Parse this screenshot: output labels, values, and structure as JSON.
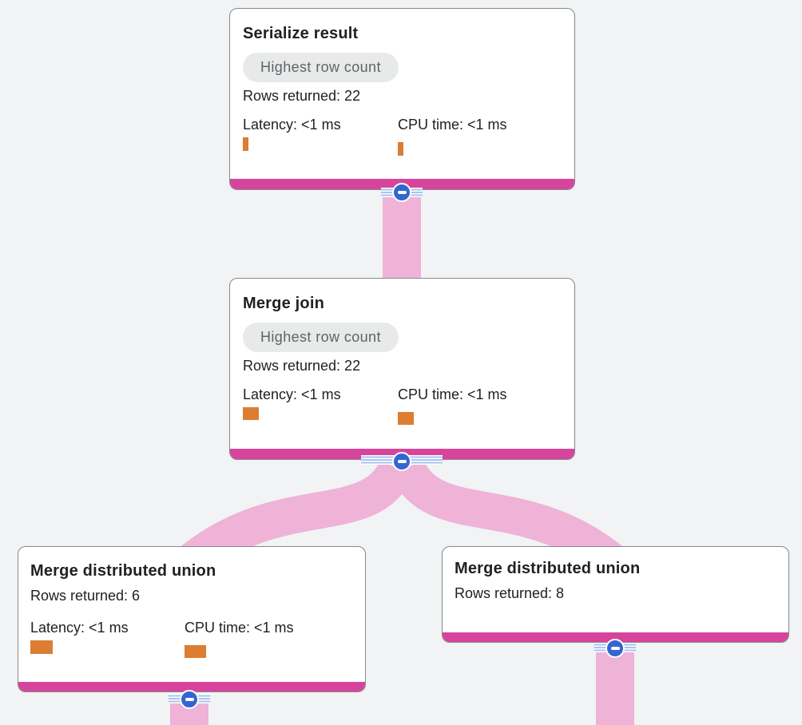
{
  "view": {
    "type": "query-execution-plan-graph",
    "background_color": "#f1f3f4"
  },
  "colors": {
    "node_bottom_bar": "#d6459b",
    "flow_ribbon": "#eeb3d7",
    "metric_bar": "#dd7d31",
    "collapse_button_blue": "#3366d2",
    "collapse_stripes": "#a9c2ef",
    "badge_background": "#e8eaea",
    "badge_text": "#5f6368",
    "body_text": "#202124",
    "card_border": "#84898e"
  },
  "icons": {
    "collapse": "minus-icon"
  },
  "nodes": [
    {
      "title": "Serialize result",
      "badge": "Highest row count",
      "rows_returned": "Rows returned: 22",
      "latency": "Latency: <1 ms",
      "cpu_time": "CPU time: <1 ms",
      "latency_bar": "width:7px;height:17px",
      "cpu_bar": "width:7px;height:17px"
    },
    {
      "title": "Merge join",
      "badge": "Highest row count",
      "rows_returned": "Rows returned: 22",
      "latency": "Latency: <1 ms",
      "cpu_time": "CPU time: <1 ms",
      "latency_bar": "width:20px;height:16px",
      "cpu_bar": "width:20px;height:16px"
    },
    {
      "title": "Merge distributed union",
      "rows_returned": "Rows returned: 6",
      "latency": "Latency: <1 ms",
      "cpu_time": "CPU time: <1 ms",
      "latency_bar": "width:28px;height:17px",
      "cpu_bar": "width:27px;height:16px"
    },
    {
      "title": "Merge distributed union",
      "rows_returned": "Rows returned: 8"
    }
  ]
}
